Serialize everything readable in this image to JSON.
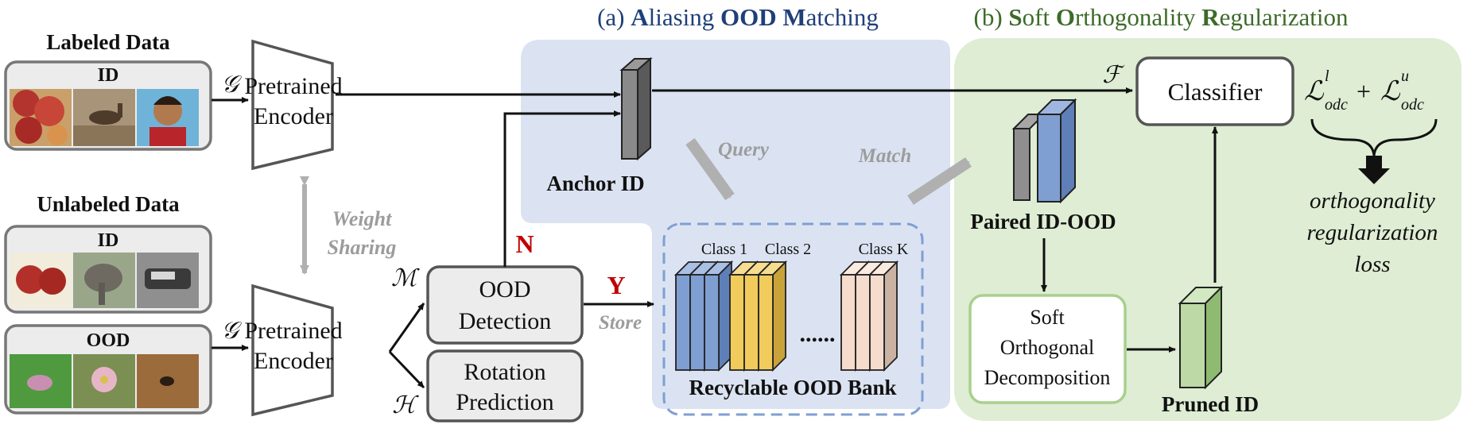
{
  "title_a": {
    "prefix": "(a) ",
    "parts": [
      {
        "text": "A",
        "bold": true
      },
      {
        "text": "liasing ",
        "bold": false
      },
      {
        "text": "OOD",
        "bold": true
      },
      {
        "text": " ",
        "bold": false
      },
      {
        "text": "M",
        "bold": true
      },
      {
        "text": "atching",
        "bold": false
      }
    ]
  },
  "title_b": {
    "prefix": "(b) ",
    "parts": [
      {
        "text": "S",
        "bold": true
      },
      {
        "text": "oft ",
        "bold": false
      },
      {
        "text": "O",
        "bold": true
      },
      {
        "text": "rthogonality ",
        "bold": false
      },
      {
        "text": "R",
        "bold": true
      },
      {
        "text": "egularization",
        "bold": false
      }
    ]
  },
  "labeled_data": {
    "heading": "Labeled Data",
    "id_label": "ID"
  },
  "unlabeled_data": {
    "heading": "Unlabeled Data",
    "id_label": "ID",
    "ood_label": "OOD"
  },
  "encoder_top": {
    "line1": "Pretrained",
    "line2": "Encoder",
    "symbol": "𝒢"
  },
  "encoder_bottom": {
    "line1": "Pretrained",
    "line2": "Encoder",
    "symbol": "𝒢"
  },
  "weight_sharing": {
    "line1": "Weight",
    "line2": "Sharing"
  },
  "symbol_m": "ℳ",
  "symbol_h": "ℋ",
  "symbol_f": "ℱ",
  "ood_detection": {
    "line1": "OOD",
    "line2": "Detection"
  },
  "rotation_prediction": {
    "line1": "Rotation",
    "line2": "Prediction"
  },
  "label_n": "N",
  "label_y": "Y",
  "label_store": "Store",
  "anchor_id": "Anchor ID",
  "query_label": "Query",
  "match_label": "Match",
  "bank": {
    "class1": "Class 1",
    "class2": "Class 2",
    "classk": "Class K",
    "label": "Recyclable OOD Bank"
  },
  "paired_label": "Paired ID-OOD",
  "soft_box": {
    "line1": "Soft",
    "line2": "Orthogonal",
    "line3": "Decomposition"
  },
  "pruned_label": "Pruned ID",
  "classifier_label": "Classifier",
  "loss_caption": {
    "line1": "orthogonality",
    "line2": "regularization",
    "line3": "loss"
  },
  "colors": {
    "panel_a": "#dbe3f2",
    "panel_b": "#deedd3",
    "title_a": "#1f3f7a",
    "title_b": "#3d6b2a",
    "red": "#c00000",
    "gray_text": "#9c9c9c",
    "blue_block": "#7f9fd2",
    "yellow_block": "#f1cc5c",
    "peach_block": "#f6dccd",
    "green_block": "#bcd9a6"
  }
}
